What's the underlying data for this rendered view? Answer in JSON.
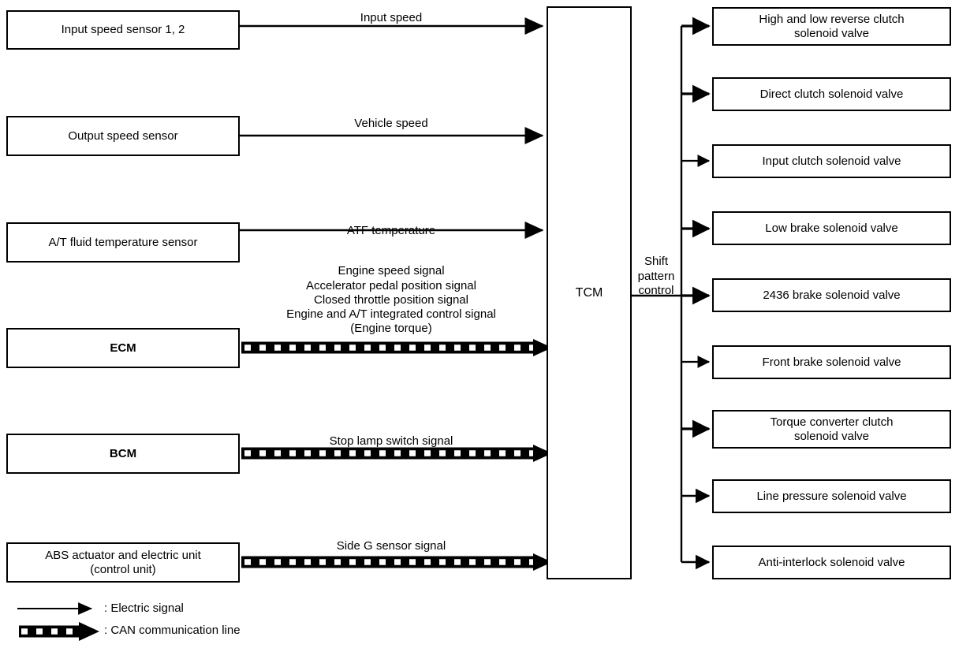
{
  "diagram": {
    "title": "A/T Shift Control System Block Diagram",
    "line_color": "#000000",
    "background": "#ffffff"
  },
  "inputs": [
    {
      "id": "input-speed-sensor",
      "label": "Input speed sensor 1, 2",
      "signal": "Input speed",
      "link_type": "electric"
    },
    {
      "id": "output-speed-sensor",
      "label": "Output speed sensor",
      "signal": "Vehicle speed",
      "link_type": "electric"
    },
    {
      "id": "at-fluid-temperature-sensor",
      "label": "A/T fluid temperature sensor",
      "signal": "ATF temperature",
      "link_type": "electric"
    },
    {
      "id": "ecm",
      "label": "ECM",
      "signal": "Engine speed signal\nAccelerator pedal position signal\nClosed throttle position signal\nEngine and A/T integrated control signal\n(Engine torque)",
      "link_type": "can"
    },
    {
      "id": "bcm",
      "label": "BCM",
      "signal": "Stop lamp switch signal",
      "link_type": "can"
    },
    {
      "id": "abs-actuator",
      "label": "ABS actuator and electric unit\n(control unit)",
      "signal": "Side G sensor signal",
      "link_type": "can"
    }
  ],
  "controller": {
    "label": "TCM",
    "function_label": "Shift\npattern\ncontrol"
  },
  "outputs": [
    {
      "id": "high-low-reverse-clutch-solenoid-valve",
      "label": "High and low reverse clutch\nsolenoid valve"
    },
    {
      "id": "direct-clutch-solenoid-valve",
      "label": "Direct clutch solenoid valve"
    },
    {
      "id": "input-clutch-solenoid-valve",
      "label": "Input clutch solenoid valve"
    },
    {
      "id": "low-brake-solenoid-valve",
      "label": "Low brake solenoid valve"
    },
    {
      "id": "2436-brake-solenoid-valve",
      "label": "2436 brake solenoid valve"
    },
    {
      "id": "front-brake-solenoid-valve",
      "label": "Front brake solenoid valve"
    },
    {
      "id": "torque-converter-clutch-solenoid-valve",
      "label": "Torque converter clutch\nsolenoid valve"
    },
    {
      "id": "line-pressure-solenoid-valve",
      "label": "Line pressure solenoid valve"
    },
    {
      "id": "anti-interlock-solenoid-valve",
      "label": "Anti-interlock solenoid valve"
    }
  ],
  "legend": [
    {
      "id": "electric-signal",
      "symbol": "solid-arrow",
      "label": ": Electric signal"
    },
    {
      "id": "can-communication-line",
      "symbol": "dashed-thick-arrow",
      "label": ": CAN communication line"
    }
  ]
}
